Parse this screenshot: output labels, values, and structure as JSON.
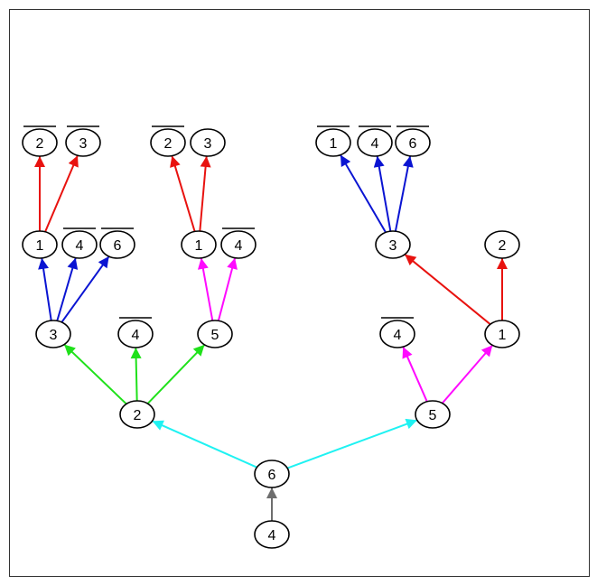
{
  "colors": {
    "red": "#e8120f",
    "blue": "#0a14d2",
    "green": "#1fe11a",
    "magenta": "#ff0aff",
    "cyan": "#1ff2f2",
    "gray": "#6e6e6e"
  },
  "nodes": [
    {
      "id": "n4_root",
      "label": "4",
      "negated": false
    },
    {
      "id": "n6",
      "label": "6",
      "negated": false
    },
    {
      "id": "n2",
      "label": "2",
      "negated": false
    },
    {
      "id": "n5_right",
      "label": "5",
      "negated": false
    },
    {
      "id": "n3_left",
      "label": "3",
      "negated": false
    },
    {
      "id": "n4bar_a",
      "label": "4",
      "negated": true
    },
    {
      "id": "n5_mid",
      "label": "5",
      "negated": false
    },
    {
      "id": "n4bar_b",
      "label": "4",
      "negated": true
    },
    {
      "id": "n1_right",
      "label": "1",
      "negated": false
    },
    {
      "id": "n1_a",
      "label": "1",
      "negated": false
    },
    {
      "id": "n4bar_c",
      "label": "4",
      "negated": true
    },
    {
      "id": "n6bar_a",
      "label": "6",
      "negated": true
    },
    {
      "id": "n1_b",
      "label": "1",
      "negated": false
    },
    {
      "id": "n4bar_d",
      "label": "4",
      "negated": true
    },
    {
      "id": "n3_right",
      "label": "3",
      "negated": false
    },
    {
      "id": "n2_right",
      "label": "2",
      "negated": false
    },
    {
      "id": "n2bar_a",
      "label": "2",
      "negated": true
    },
    {
      "id": "n3bar_a",
      "label": "3",
      "negated": true
    },
    {
      "id": "n2bar_b",
      "label": "2",
      "negated": true
    },
    {
      "id": "n3_b",
      "label": "3",
      "negated": false
    },
    {
      "id": "n1bar_c",
      "label": "1",
      "negated": true
    },
    {
      "id": "n4bar_e",
      "label": "4",
      "negated": true
    },
    {
      "id": "n6bar_c",
      "label": "6",
      "negated": true
    }
  ],
  "edges": [
    {
      "from": "n4_root",
      "to": "n6",
      "color": "gray"
    },
    {
      "from": "n6",
      "to": "n2",
      "color": "cyan"
    },
    {
      "from": "n6",
      "to": "n5_right",
      "color": "cyan"
    },
    {
      "from": "n2",
      "to": "n3_left",
      "color": "green"
    },
    {
      "from": "n2",
      "to": "n4bar_a",
      "color": "green"
    },
    {
      "from": "n2",
      "to": "n5_mid",
      "color": "green"
    },
    {
      "from": "n5_right",
      "to": "n4bar_b",
      "color": "magenta"
    },
    {
      "from": "n5_right",
      "to": "n1_right",
      "color": "magenta"
    },
    {
      "from": "n3_left",
      "to": "n1_a",
      "color": "blue"
    },
    {
      "from": "n3_left",
      "to": "n4bar_c",
      "color": "blue"
    },
    {
      "from": "n3_left",
      "to": "n6bar_a",
      "color": "blue"
    },
    {
      "from": "n5_mid",
      "to": "n1_b",
      "color": "magenta"
    },
    {
      "from": "n5_mid",
      "to": "n4bar_d",
      "color": "magenta"
    },
    {
      "from": "n1_right",
      "to": "n3_right",
      "color": "red"
    },
    {
      "from": "n1_right",
      "to": "n2_right",
      "color": "red"
    },
    {
      "from": "n1_a",
      "to": "n2bar_a",
      "color": "red"
    },
    {
      "from": "n1_a",
      "to": "n3bar_a",
      "color": "red"
    },
    {
      "from": "n1_b",
      "to": "n2bar_b",
      "color": "red"
    },
    {
      "from": "n1_b",
      "to": "n3_b",
      "color": "red"
    },
    {
      "from": "n3_right",
      "to": "n1bar_c",
      "color": "blue"
    },
    {
      "from": "n3_right",
      "to": "n4bar_e",
      "color": "blue"
    },
    {
      "from": "n3_right",
      "to": "n6bar_c",
      "color": "blue"
    }
  ]
}
